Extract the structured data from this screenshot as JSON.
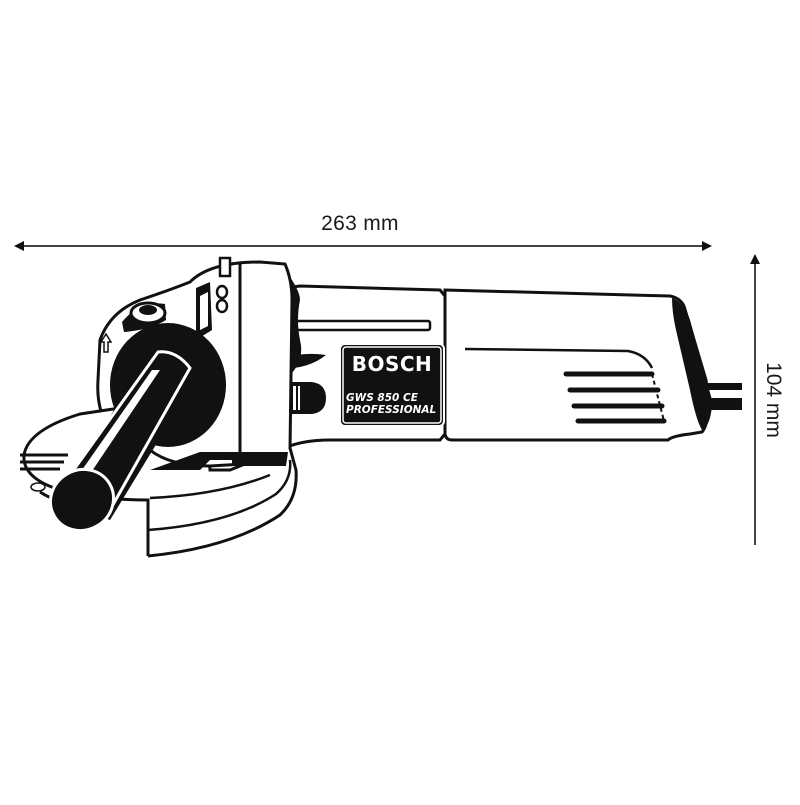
{
  "diagram": {
    "subject": "angle grinder",
    "brand": "BOSCH",
    "model_line1": "GWS 850 CE",
    "model_line2": "PROFESSIONAL",
    "dimensions": {
      "length": {
        "label": "263 mm",
        "value": 263,
        "unit": "mm",
        "orientation": "horizontal"
      },
      "height": {
        "label": "104 mm",
        "value": 104,
        "unit": "mm",
        "orientation": "vertical"
      }
    },
    "colors": {
      "line": "#111111",
      "background": "#ffffff",
      "dimension_line": "#444444"
    }
  }
}
